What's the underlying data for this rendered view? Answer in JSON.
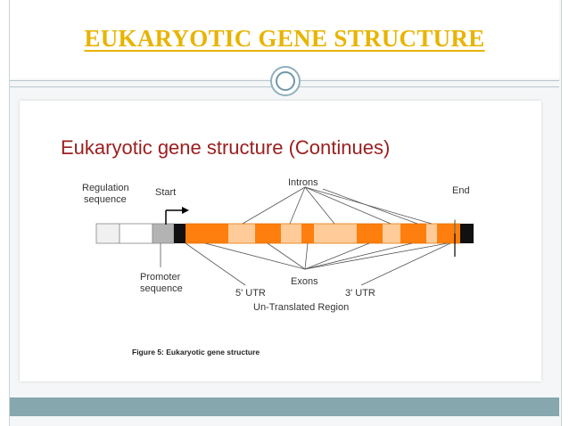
{
  "slide": {
    "title": "EUKARYOTIC GENE STRUCTURE"
  },
  "figure": {
    "heading": "Eukaryotic gene structure (Continues)",
    "caption": "Figure 5: Eukaryotic gene structure",
    "labels": {
      "regulation_line1": "Regulation",
      "regulation_line2": "sequence",
      "start": "Start",
      "introns": "Introns",
      "end": "End",
      "promoter_line1": "Promoter",
      "promoter_line2": "sequence",
      "exons": "Exons",
      "utr5": "5' UTR",
      "utr3": "3' UTR",
      "untranslated": "Un-Translated Region"
    }
  },
  "colors": {
    "title": "#e8b400",
    "exon": "#ff7f0e",
    "intron": "#ffcc99",
    "promoter": "#b3b3b3",
    "regulation": "#f0f0f0",
    "footer": "#86a7ad"
  }
}
